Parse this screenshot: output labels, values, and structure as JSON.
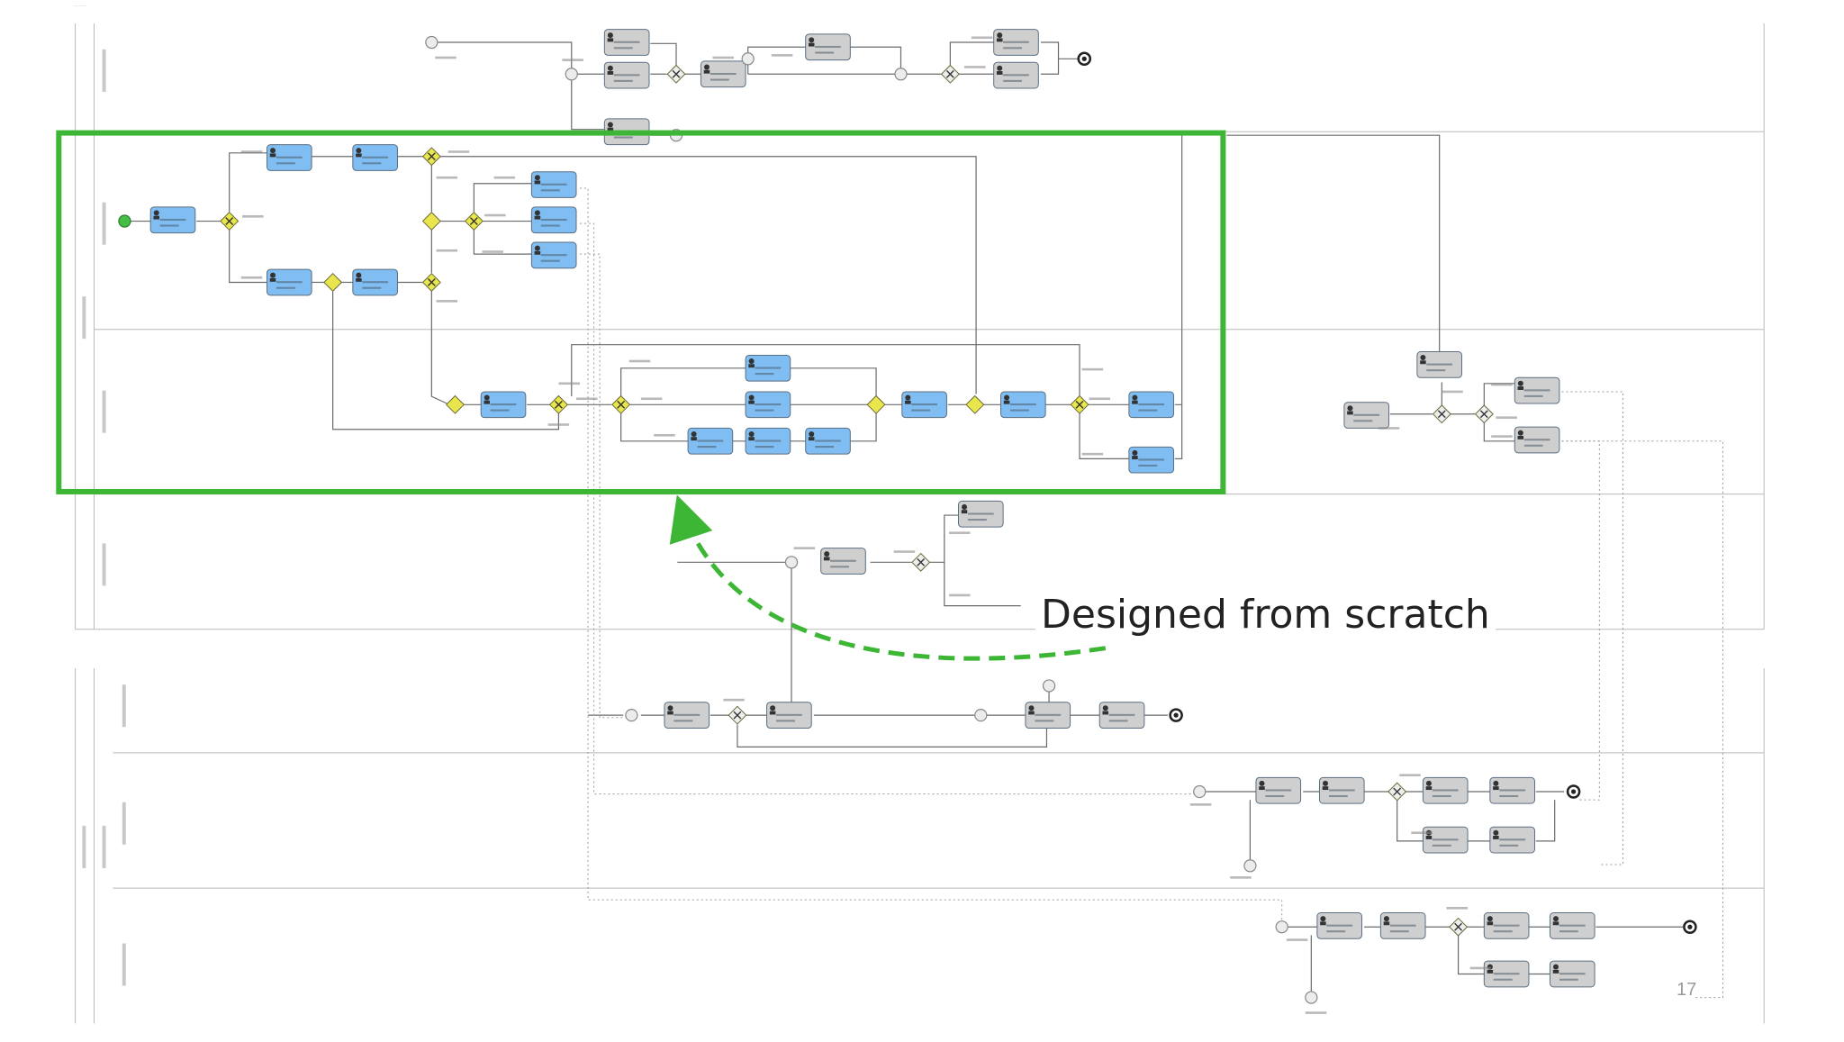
{
  "title": "",
  "annotation": {
    "label": "Designed from scratch",
    "highlight_color": "#3db535",
    "arrow_color": "#3db535"
  },
  "page_number": "17",
  "colors": {
    "task_blue": "#7fbdf2",
    "task_grey": "#cfcfcf",
    "gateway_yellow": "#e8e64c",
    "start_green": "#43c043",
    "line": "#6b6b6b"
  },
  "icons": {
    "task_user": "user-icon",
    "gateway": "exclusive-gateway-diamond",
    "start": "start-event-circle",
    "end": "end-event-circle"
  },
  "diagram": {
    "highlighted_region": "Service Desk tasks (blue) – redesigned process",
    "legibility": "source figure text is too small to read; text labels are rendered as placeholders"
  }
}
